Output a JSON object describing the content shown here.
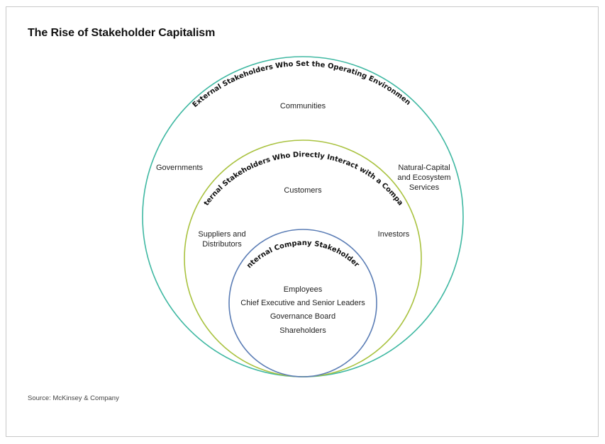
{
  "title": "The Rise of Stakeholder Capitalism",
  "source": "Source: McKinsey & Company",
  "colors": {
    "outer_ring": "#3fb8a2",
    "middle_ring": "#a9c23f",
    "inner_ring": "#5b7db5"
  },
  "rings": {
    "outer": {
      "label": "External Stakeholders Who Set the Operating Environment",
      "items": {
        "top": "Communities",
        "left": "Governments",
        "right": [
          "Natural-Capital",
          "and Ecosystem",
          "Services"
        ]
      }
    },
    "middle": {
      "label": "External Stakeholders Who Directly Interact with a Company",
      "items": {
        "top": "Customers",
        "left": [
          "Suppliers and",
          "Distributors"
        ],
        "right": "Investors"
      }
    },
    "inner": {
      "label": "Internal Company Stakeholders",
      "items": [
        "Employees",
        "Chief Executive and Senior Leaders",
        "Governance Board",
        "Shareholders"
      ]
    }
  }
}
